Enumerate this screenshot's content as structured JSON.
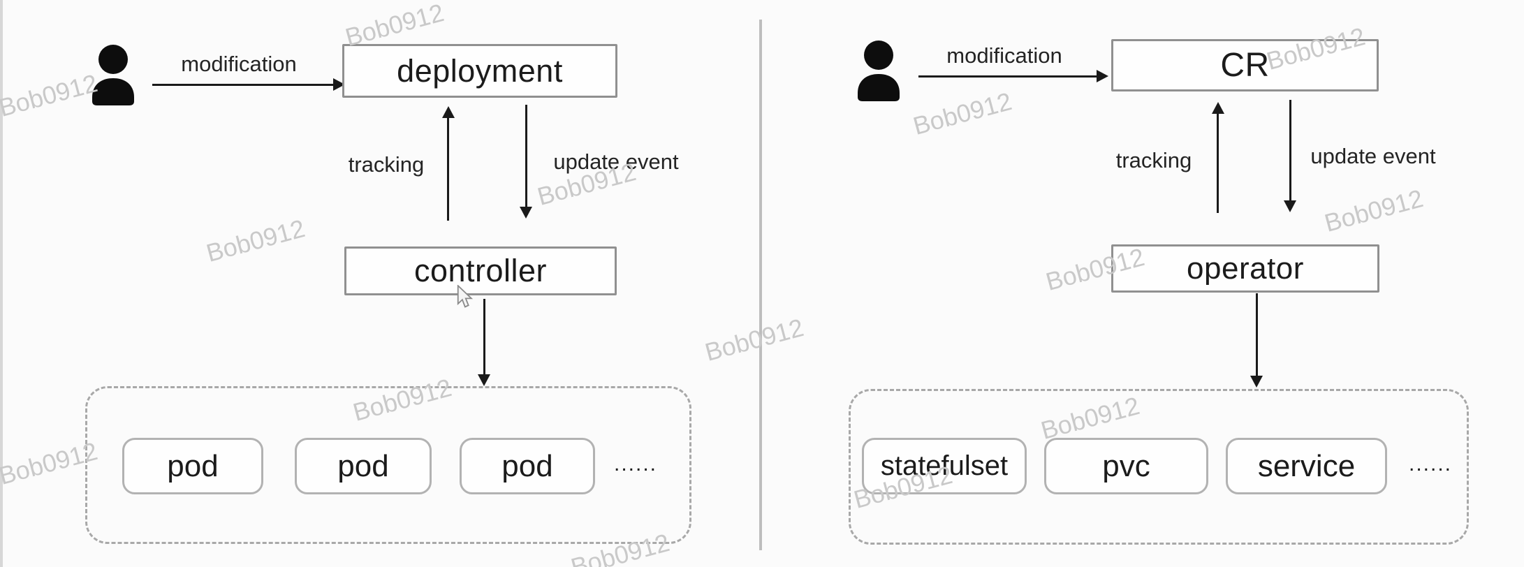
{
  "watermark": {
    "text": "Bob0912"
  },
  "colors": {
    "watermark": "#c9c9c9",
    "box_border": "#909090",
    "resource_border": "#b2b2b2",
    "arrow": "#1a1a1a"
  },
  "left": {
    "actor": "user",
    "modification_label": "modification",
    "top_box_label": "deployment",
    "tracking_label": "tracking",
    "update_event_label": "update event",
    "middle_box_label": "controller",
    "resources": [
      "pod",
      "pod",
      "pod"
    ],
    "ellipsis": "......"
  },
  "right": {
    "actor": "user",
    "modification_label": "modification",
    "top_box_label": "CR",
    "tracking_label": "tracking",
    "update_event_label": "update event",
    "middle_box_label": "operator",
    "resources": [
      "statefulset",
      "pvc",
      "service"
    ],
    "ellipsis": "......"
  }
}
